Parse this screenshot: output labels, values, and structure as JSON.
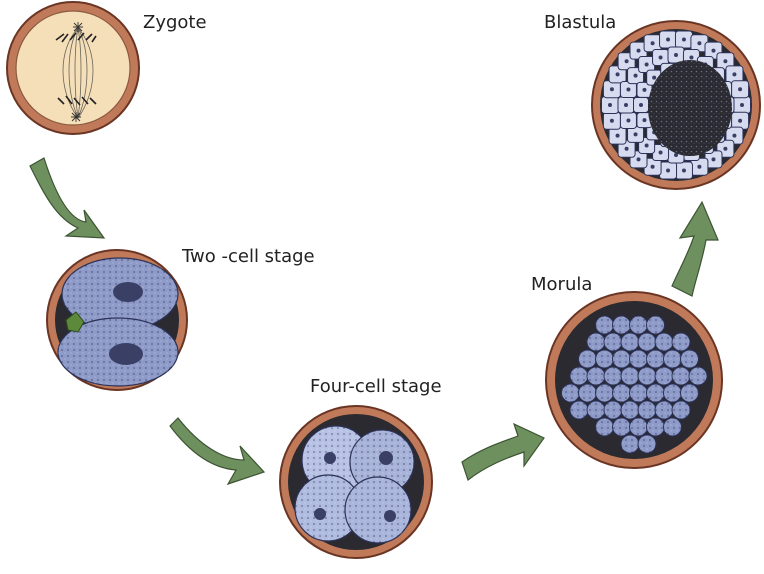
{
  "stages": [
    {
      "key": "zygote",
      "label": "Zygote"
    },
    {
      "key": "twocell",
      "label": "Two -cell stage"
    },
    {
      "key": "fourcell",
      "label": "Four-cell stage"
    },
    {
      "key": "morula",
      "label": "Morula"
    },
    {
      "key": "blastula",
      "label": "Blastula"
    }
  ],
  "colors": {
    "shell": "#c07a5a",
    "shell_edge": "#6b3524",
    "cytoplasm_zygote": "#f5dfb8",
    "dark_fill": "#2a2a30",
    "cell_blue": "#8e9bc8",
    "cell_blue_light": "#b8c2e4",
    "nucleus": "#3a3f66",
    "arrow_fill": "#6e8f5e",
    "arrow_edge": "#3d5434",
    "polar_body": "#5c8a3a"
  }
}
